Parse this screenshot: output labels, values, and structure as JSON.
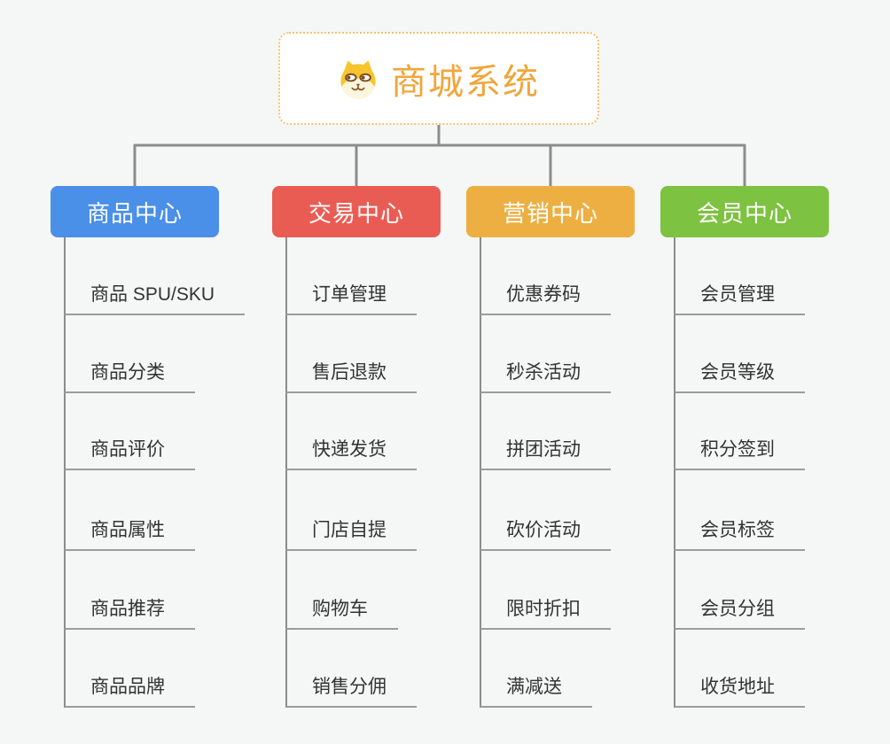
{
  "root": {
    "title": "商城系统",
    "icon": "dog-face-icon",
    "title_color": "#f0a63c",
    "border_color": "#f2c267"
  },
  "colors": {
    "background": "#f5f6f6",
    "connector": "#8c8c8c",
    "leaf_underline": "#9c9c9c",
    "leaf_text": "#333333"
  },
  "branches": [
    {
      "label": "商品中心",
      "color": "#4a8fe8",
      "items": [
        "商品 SPU/SKU",
        "商品分类",
        "商品评价",
        "商品属性",
        "商品推荐",
        "商品品牌"
      ]
    },
    {
      "label": "交易中心",
      "color": "#e95c54",
      "items": [
        "订单管理",
        "售后退款",
        "快递发货",
        "门店自提",
        "购物车",
        "销售分佣"
      ]
    },
    {
      "label": "营销中心",
      "color": "#edaf42",
      "items": [
        "优惠券码",
        "秒杀活动",
        "拼团活动",
        "砍价活动",
        "限时折扣",
        "满减送"
      ]
    },
    {
      "label": "会员中心",
      "color": "#7dc240",
      "items": [
        "会员管理",
        "会员等级",
        "积分签到",
        "会员标签",
        "会员分组",
        "收货地址"
      ]
    }
  ]
}
